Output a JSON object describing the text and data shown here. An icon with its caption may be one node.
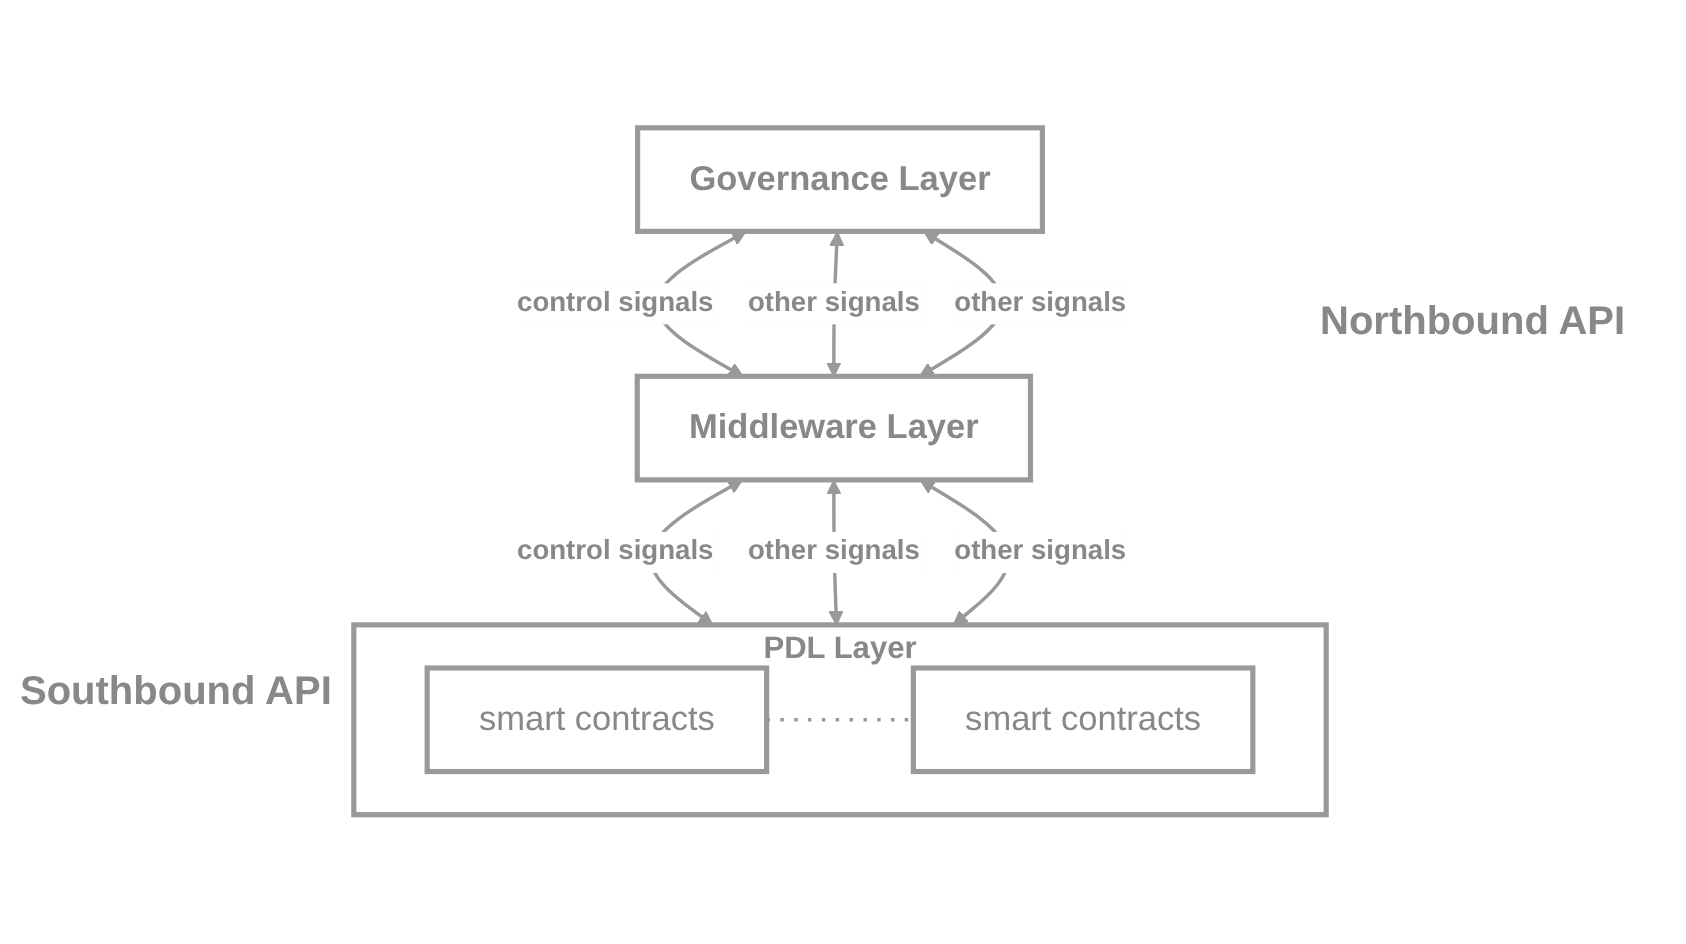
{
  "diagram": {
    "nodes": [
      {
        "text": [
          "Governance Layer"
        ]
      },
      {
        "text": [
          "Middleware Layer"
        ]
      },
      {
        "text": [
          "PDL Layer"
        ]
      },
      {
        "text": [
          "smart contracts"
        ],
        "in": 2
      },
      {
        "text": [
          "smart contracts"
        ],
        "in": 2
      }
    ],
    "edges": [
      {
        "from": 0,
        "to": 1,
        "arrow": "both",
        "label": "control signals"
      },
      {
        "from": 0,
        "to": 1,
        "arrow": "both",
        "label": "other signals"
      },
      {
        "from": 0,
        "to": 1,
        "arrow": "both",
        "label": "other signals"
      },
      {
        "from": 1,
        "to": 2,
        "arrow": "both",
        "label": "control signals"
      },
      {
        "from": 1,
        "to": 2,
        "arrow": "both",
        "label": "other signals"
      },
      {
        "from": 1,
        "to": 2,
        "arrow": "both",
        "label": "other signals"
      },
      {
        "from": 3,
        "to": 4,
        "arrow": "none",
        "style": "dashed"
      }
    ],
    "labels": [
      "Northbound API",
      "Southbound API"
    ]
  }
}
